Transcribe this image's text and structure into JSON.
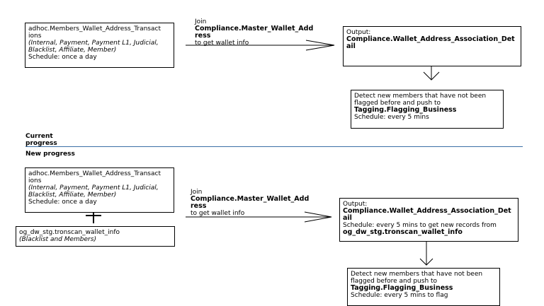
{
  "top": {
    "source_box": {
      "name": "adhoc.Members_Wallet_Address_Transact ions",
      "types": "(Internal, Payment, Payment L1, Judicial, Blacklist, Affiliate, Member)",
      "schedule": "Schedule: once a day"
    },
    "join": {
      "label": "Join",
      "table": "Compliance.Master_Wallet_Add ress",
      "purpose": "to get wallet info"
    },
    "output_box": {
      "label": "Output:",
      "table": "Compliance.Wallet_Address_Association_Det ail"
    },
    "detect_box": {
      "line1": "Detect new members that have not been flagged before and push to",
      "table": "Tagging.Flagging_Business",
      "schedule": "Schedule: every 5 mins"
    }
  },
  "divider": {
    "current_label": "Current progress",
    "new_label": "New progress"
  },
  "bottom": {
    "source_box": {
      "name": "adhoc.Members_Wallet_Address_Transact ions",
      "types": "(Internal, Payment, Payment L1, Judicial, Blacklist, Affiliate, Member)",
      "schedule": "Schedule: once a day"
    },
    "tronscan_box": {
      "name": "og_dw_stg.tronscan_wallet_info",
      "types": "(Blacklist and Members)"
    },
    "join": {
      "label": "Join",
      "table": "Compliance.Master_Wallet_Add ress",
      "purpose": "to get wallet info"
    },
    "output_box": {
      "label": "Output:",
      "table": "Compliance.Wallet_Address_Association_Det ail",
      "schedule": "Schedule: every 5 mins to get new records from",
      "source": "og_dw_stg.tronscan_wallet_info"
    },
    "detect_box": {
      "line1": "Detect new members that have not been flagged before and push to",
      "table": "Tagging.Flagging_Business",
      "schedule": "Schedule: every 5 mins to flag"
    }
  },
  "colors": {
    "divider": "#3b6fa6",
    "stroke": "#000000"
  }
}
